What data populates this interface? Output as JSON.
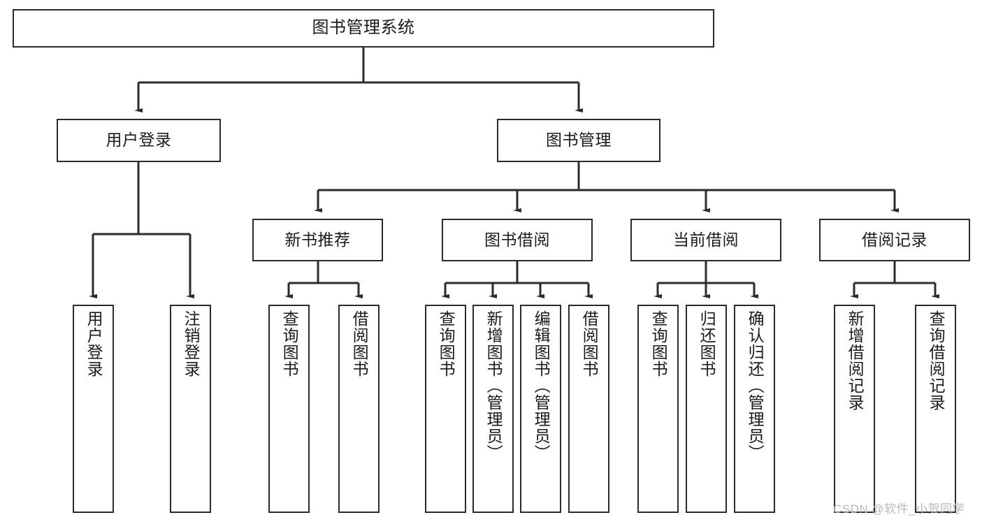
{
  "diagram": {
    "title": "图书管理系统",
    "type": "tree",
    "watermark": "CSDN @软件_小贺同学",
    "colors": {
      "stroke": "#2b2b2b",
      "fill": "#ffffff",
      "text": "#1b1b1b",
      "watermark": "#b9b9b9"
    },
    "nodes": {
      "root": {
        "label": "图书管理系统"
      },
      "level1": [
        {
          "label": "用户登录"
        },
        {
          "label": "图书管理"
        }
      ],
      "level2": [
        {
          "label": "新书推荐"
        },
        {
          "label": "图书借阅"
        },
        {
          "label": "当前借阅"
        },
        {
          "label": "借阅记录"
        }
      ],
      "leaves_user_login": [
        {
          "label": "用户登录"
        },
        {
          "label": "注销登录"
        }
      ],
      "leaves_new_books": [
        {
          "label": "查询图书"
        },
        {
          "label": "借阅图书"
        }
      ],
      "leaves_borrow": [
        {
          "label": "查询图书"
        },
        {
          "label": "新增图书（管理员）"
        },
        {
          "label": "编辑图书（管理员）"
        },
        {
          "label": "借阅图书"
        }
      ],
      "leaves_current": [
        {
          "label": "查询图书"
        },
        {
          "label": "归还图书"
        },
        {
          "label": "确认归还（管理员）"
        }
      ],
      "leaves_records": [
        {
          "label": "新增借阅记录"
        },
        {
          "label": "查询借阅记录"
        }
      ]
    }
  }
}
